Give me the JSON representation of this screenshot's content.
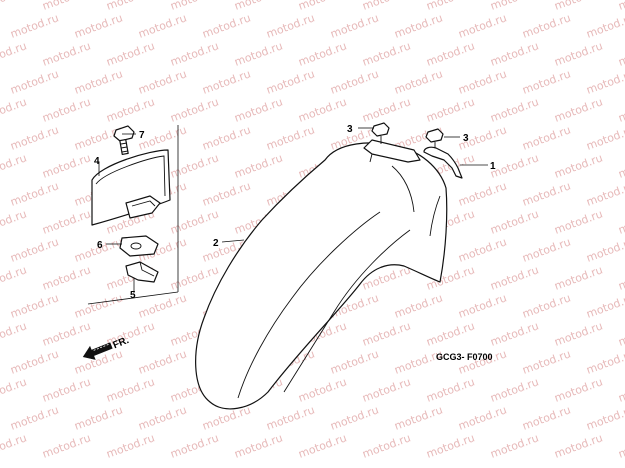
{
  "watermark": "motod.ru",
  "diagram_code": "GCG3- F0700",
  "direction_label": "FR.",
  "callouts": {
    "c1": "1",
    "c2": "2",
    "c3a": "3",
    "c3b": "3",
    "c4": "4",
    "c5": "5",
    "c6": "6",
    "c7": "7"
  },
  "colors": {
    "watermark": "#e7b9b9",
    "line": "#111111"
  }
}
